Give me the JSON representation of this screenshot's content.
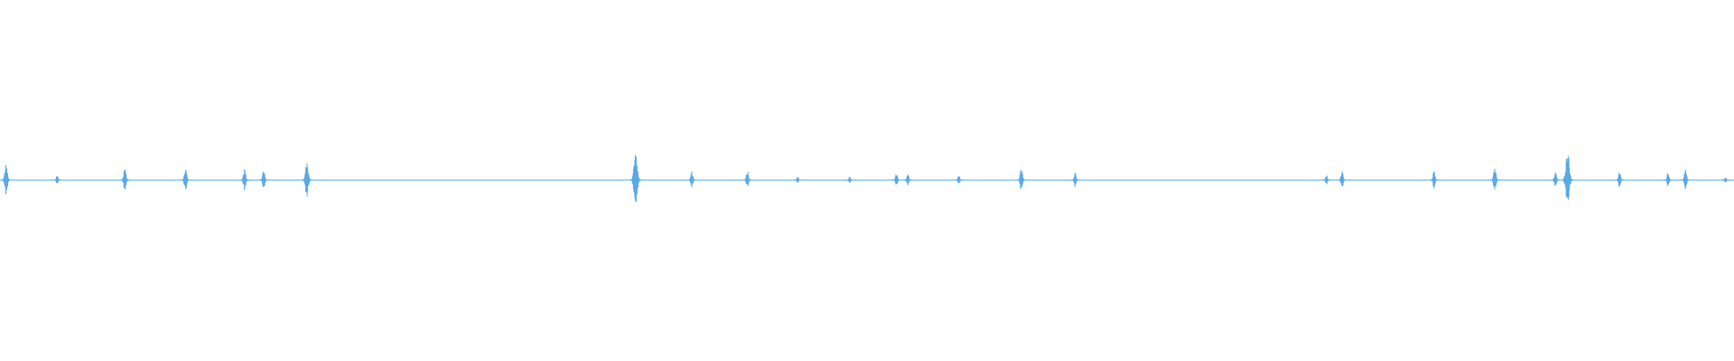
{
  "waveform": {
    "color": "#5aa9e6",
    "baseline_color": "#6ab6ea",
    "duration_fraction_note": "",
    "bursts": [
      {
        "t": 0.0035,
        "amp": 0.09
      },
      {
        "t": 0.033,
        "amp": 0.03
      },
      {
        "t": 0.072,
        "amp": 0.07
      },
      {
        "t": 0.107,
        "amp": 0.07
      },
      {
        "t": 0.141,
        "amp": 0.07
      },
      {
        "t": 0.152,
        "amp": 0.06
      },
      {
        "t": 0.177,
        "amp": 0.11
      },
      {
        "t": 0.3665,
        "amp": 0.16
      },
      {
        "t": 0.399,
        "amp": 0.05
      },
      {
        "t": 0.431,
        "amp": 0.06
      },
      {
        "t": 0.46,
        "amp": 0.02
      },
      {
        "t": 0.49,
        "amp": 0.02
      },
      {
        "t": 0.517,
        "amp": 0.04
      },
      {
        "t": 0.5235,
        "amp": 0.04
      },
      {
        "t": 0.553,
        "amp": 0.03
      },
      {
        "t": 0.589,
        "amp": 0.07
      },
      {
        "t": 0.62,
        "amp": 0.04
      },
      {
        "t": 0.765,
        "amp": 0.03
      },
      {
        "t": 0.774,
        "amp": 0.05
      },
      {
        "t": 0.827,
        "amp": 0.05
      },
      {
        "t": 0.862,
        "amp": 0.08
      },
      {
        "t": 0.897,
        "amp": 0.05
      },
      {
        "t": 0.904,
        "amp": 0.17
      },
      {
        "t": 0.934,
        "amp": 0.05
      },
      {
        "t": 0.962,
        "amp": 0.05
      },
      {
        "t": 0.972,
        "amp": 0.06
      },
      {
        "t": 0.995,
        "amp": 0.02
      }
    ]
  }
}
